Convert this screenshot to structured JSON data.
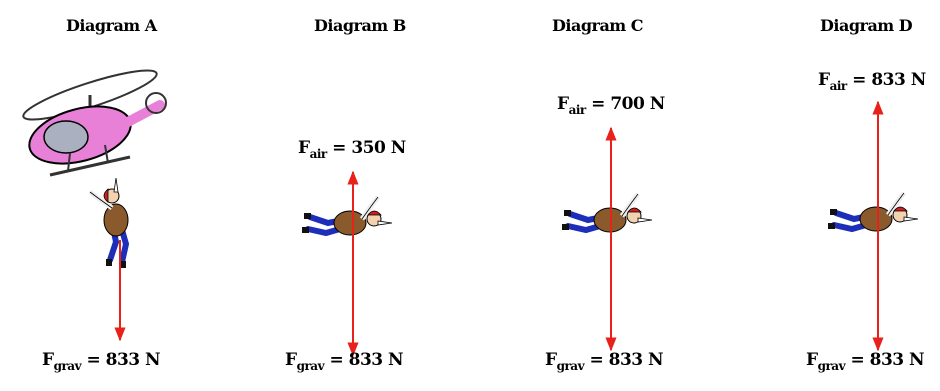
{
  "colors": {
    "vector": "#e8211b",
    "helicopter": "#e880d8",
    "jacket": "#8a5a2c",
    "pants": "#1d2fb8",
    "helmet": "#cc1f1f"
  },
  "icons": [
    "helicopter-icon",
    "skydiver-icon"
  ],
  "diagrams": [
    {
      "title": "Diagram A",
      "gravity": {
        "symbol": "F",
        "sub": "grav",
        "value": "= 833 N"
      }
    },
    {
      "title": "Diagram B",
      "air": {
        "symbol": "F",
        "sub": "air",
        "value": "= 350 N"
      },
      "gravity": {
        "symbol": "F",
        "sub": "grav",
        "value": "= 833 N"
      }
    },
    {
      "title": "Diagram C",
      "air": {
        "symbol": "F",
        "sub": "air",
        "value": "= 700 N"
      },
      "gravity": {
        "symbol": "F",
        "sub": "grav",
        "value": "= 833 N"
      }
    },
    {
      "title": "Diagram D",
      "air": {
        "symbol": "F",
        "sub": "air",
        "value": "= 833 N"
      },
      "gravity": {
        "symbol": "F",
        "sub": "grav",
        "value": "= 833 N"
      }
    }
  ]
}
